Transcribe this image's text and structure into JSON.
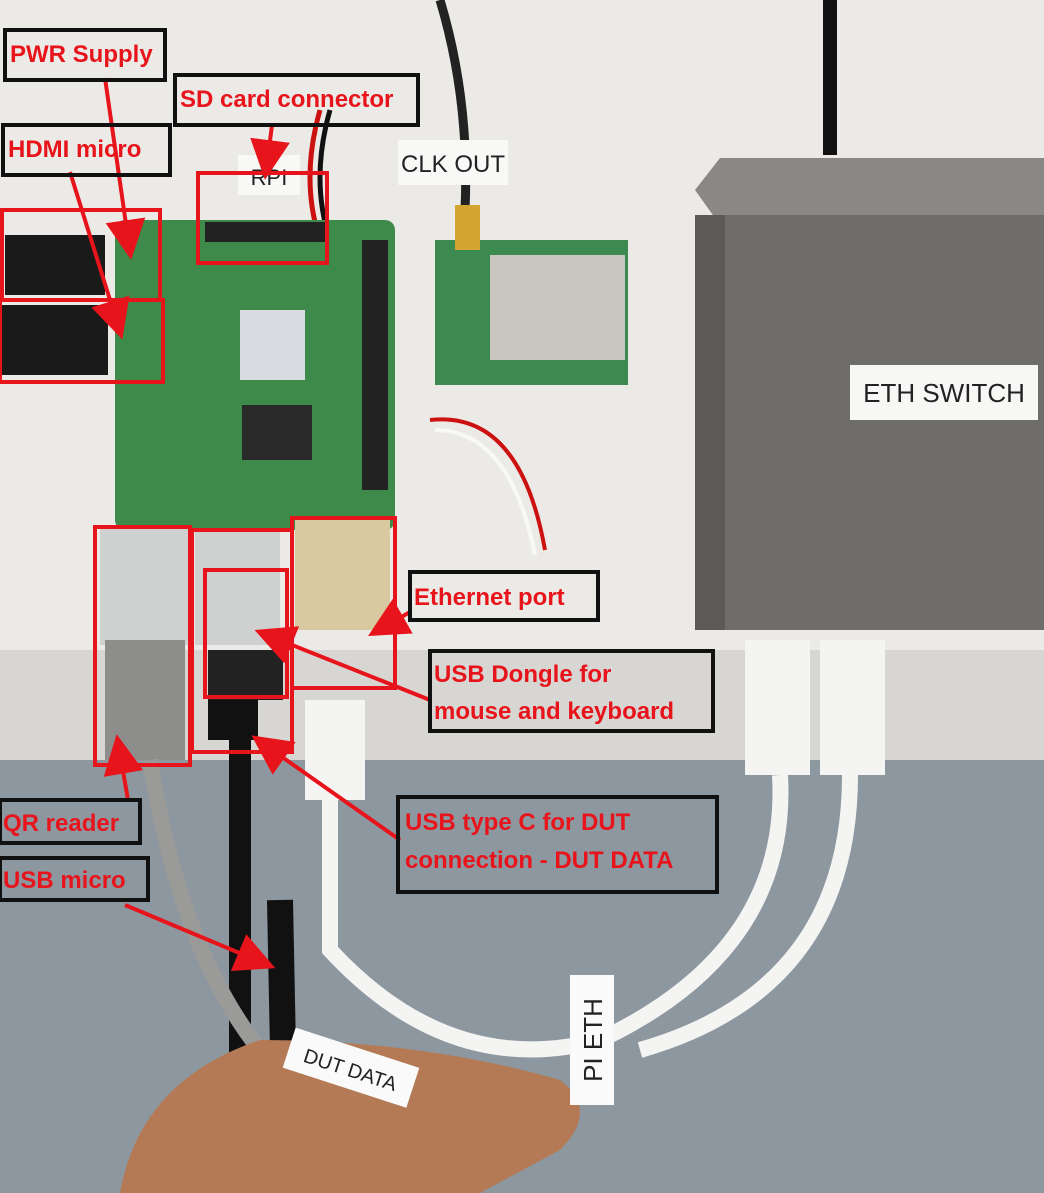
{
  "photo": {
    "board_tags": {
      "rpi": "RPI",
      "clk_out": "CLK OUT",
      "eth_switch": "ETH SWITCH",
      "dut_data": "DUT DATA",
      "pi_eth": "PI ETH"
    }
  },
  "annotations": {
    "pwr_supply": "PWR Supply",
    "sd_card": "SD card connector",
    "hdmi_micro": "HDMI micro",
    "ethernet_port": "Ethernet port",
    "usb_dongle_line1": "USB Dongle for",
    "usb_dongle_line2": "mouse and keyboard",
    "qr_reader": "QR reader",
    "usb_micro": "USB micro",
    "usb_c_line1": "USB type C for DUT",
    "usb_c_line2": "connection - DUT DATA"
  },
  "colors": {
    "annotation_red": "#e8141c",
    "label_border": "#111111",
    "pcb_green": "#3e8a4a",
    "switch_grey": "#6f6d6b"
  }
}
